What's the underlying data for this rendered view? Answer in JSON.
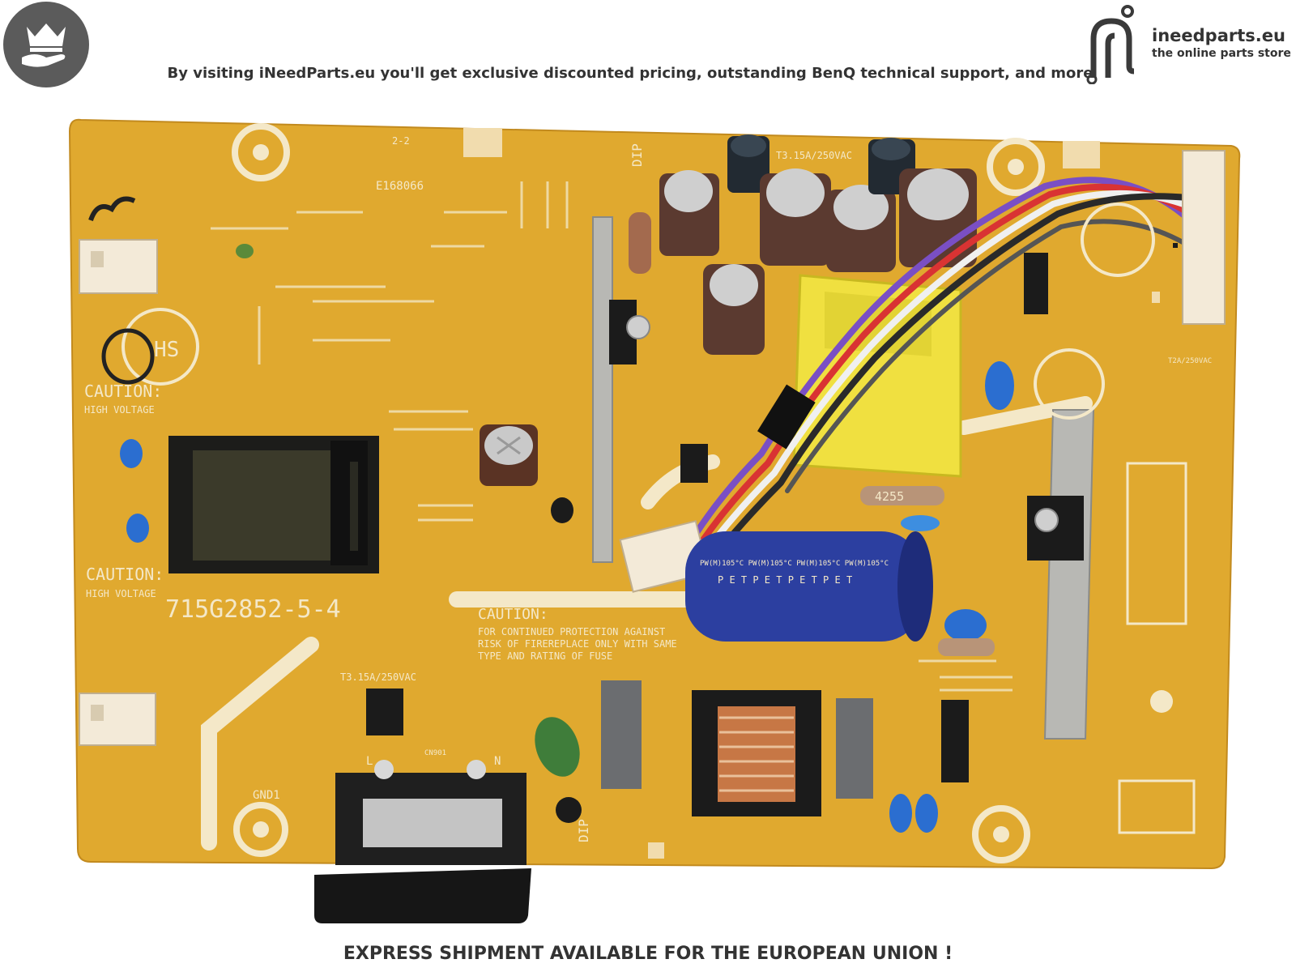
{
  "header": {
    "tagline": "By visiting iNeedParts.eu you'll get exclusive discounted pricing, outstanding BenQ technical support, and more",
    "brand_name": "ineedparts.eu",
    "brand_sub": "the online parts store"
  },
  "board": {
    "part_number": "715G2852-5-4",
    "caution_1": "CAUTION:",
    "high_voltage_1": "HIGH VOLTAGE",
    "caution_2": "CAUTION:",
    "high_voltage_2": "HIGH VOLTAGE",
    "caution_3": "CAUTION:",
    "fuse_line_1": "FOR CONTINUED PROTECTION AGAINST",
    "fuse_line_2": "RISK OF FIREREPLACE ONLY WITH SAME",
    "fuse_line_3": "TYPE AND RATING OF FUSE",
    "fuse_rating_top": "T3.15A/250VAC",
    "fuse_rating_bottom": "T3.15A/250VAC",
    "fuse_rating_right": "T2A/250VAC",
    "gnd": "GND1",
    "ul_code": "E168066",
    "rev": "2-2",
    "dip_top": "DIP",
    "dip_bottom": "DIP",
    "hs": "HS",
    "cap_print": "PW(M)105°C PW(M)105°C PW(M)105°C PW(M)105°C",
    "cap_pet": "P E T   P E T   P E T   P E T",
    "resistor_mark": "4255",
    "connector_l": "L",
    "connector_n": "N",
    "cn901": "CN901"
  },
  "footer": {
    "shipment": "EXPRESS SHIPMENT AVAILABLE FOR THE EUROPEAN UNION !"
  },
  "colors": {
    "pcb": "#e0a92f",
    "pcb_dark": "#c8921e",
    "silk": "#f4e8c8",
    "cap_blue": "#2c3fa0",
    "transformer_yellow": "#f0e040",
    "badge_gray": "#5b5b5b"
  }
}
